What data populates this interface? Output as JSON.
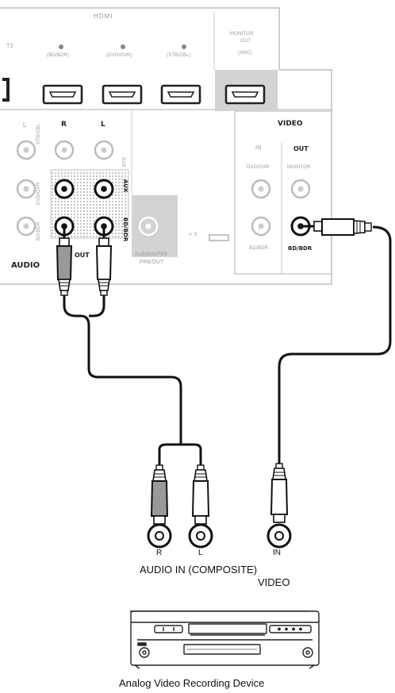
{
  "receiver": {
    "hdmi": {
      "title": "HDMI",
      "edge_label": "T2",
      "inputs": [
        "(BD/BDR)",
        "(DVD/DVR)",
        "(STB/CBL)"
      ],
      "monitor_out": [
        "MONITOR",
        "OUT",
        "(ARC)"
      ]
    },
    "audio": {
      "title": "AUDIO",
      "col_r": "R",
      "col_l": "L",
      "top_col_l": "L",
      "row_labels": [
        "STB/CBL",
        "DVD/DVR",
        "BD/BDR"
      ],
      "aux_label": "AUX",
      "aux_bold": "AUX",
      "bdbdr_bold": "BD/BDR",
      "out_label": "OUT",
      "subwoofer": [
        "SUBWOOFER",
        "PREOUT"
      ]
    },
    "usb_label": "⇐ 5",
    "video": {
      "title": "VIDEO",
      "in": "IN",
      "out": "OUT",
      "dvd_dvr": "DVD/DVR",
      "monitor": "MONITOR",
      "bd_bdr_in": "BD/BDR",
      "bd_bdr_out": "BD/BDR"
    }
  },
  "device": {
    "jacks": {
      "r": "R",
      "l": "L",
      "in": "IN"
    },
    "audio_in_label": "AUDIO IN (COMPOSITE)",
    "video_label": "VIDEO",
    "name": "Analog Video Recording Device"
  }
}
